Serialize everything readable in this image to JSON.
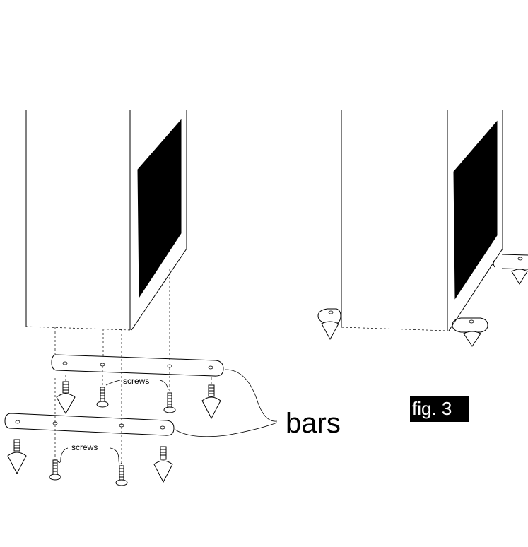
{
  "labels": {
    "screws_upper": "screws",
    "screws_lower": "screws",
    "bars": "bars",
    "figure": "fig. 3"
  }
}
